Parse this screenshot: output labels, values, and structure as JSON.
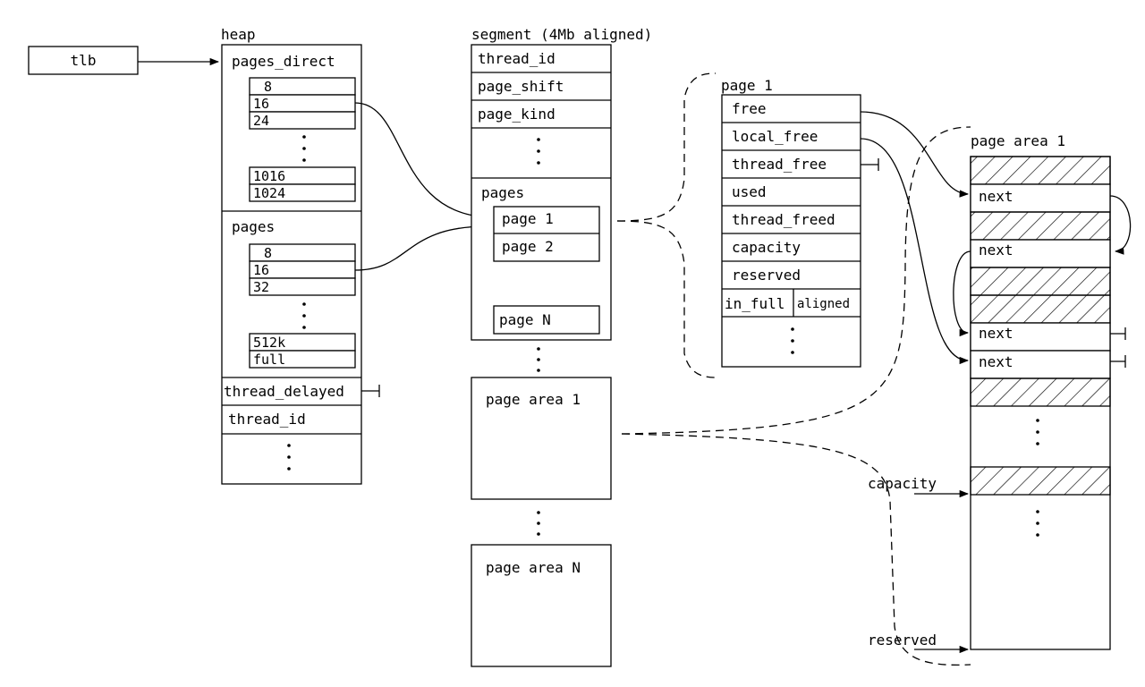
{
  "tlb": {
    "label": "tlb"
  },
  "heap": {
    "title": "heap",
    "pages_direct_label": "pages_direct",
    "pages_direct_items": [
      "8",
      "16",
      "24",
      "1016",
      "1024"
    ],
    "pages_label": "pages",
    "pages_items": [
      "8",
      "16",
      "32",
      "512k",
      "full"
    ],
    "thread_delayed": "thread_delayed",
    "thread_id": "thread_id"
  },
  "segment": {
    "title": "segment (4Mb aligned)",
    "fields": [
      "thread_id",
      "page_shift",
      "page_kind"
    ],
    "pages_label": "pages",
    "page_items": [
      "page 1",
      "page 2",
      "page N"
    ],
    "page_area_1": "page area 1",
    "page_area_n": "page area N"
  },
  "page1": {
    "title": "page 1",
    "fields": [
      "free",
      "local_free",
      "thread_free",
      "used",
      "thread_freed",
      "capacity",
      "reserved"
    ],
    "in_full": "in_full",
    "aligned": "aligned"
  },
  "page_area": {
    "title": "page area 1",
    "next_labels": [
      "next",
      "next",
      "next",
      "next"
    ],
    "capacity_label": "capacity",
    "reserved_label": "reserved"
  }
}
